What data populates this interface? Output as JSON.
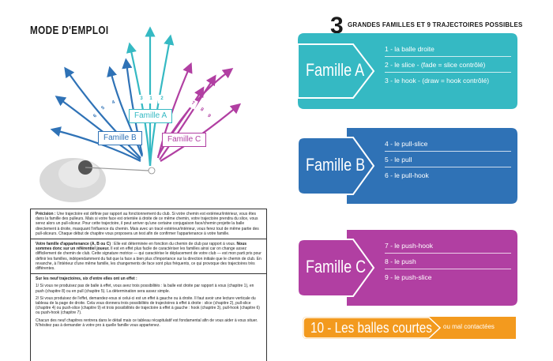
{
  "left": {
    "title": "MODE D'EMPLOI",
    "families": {
      "a": "Famille A",
      "b": "Famille B",
      "c": "Famille C"
    },
    "trajectory_numbers": [
      "1",
      "2",
      "3",
      "4",
      "5",
      "6",
      "7",
      "8",
      "9"
    ],
    "paragraphs": {
      "p1_lead": "Précision :",
      "p1_body": "Une trajectoire est définie par rapport au fonctionnement du club. Si votre chemin est extérieur/intérieur, vous êtes dans la famille des pulleurs. Mais si votre face est orientée à droite de ce même chemin, votre trajectoire prendra du slice, vous serez alors un pull-sliceur. Pour cette trajectoire, il peut arriver qu'une certaine conjugaison face/chemin projette la balle directement à droite, masquant l'influence du chemin. Mais avec un tracé extérieur/intérieur, vous ferez tout de même partie des pull-sliceurs. Chaque début de chapitre vous proposera un test afin de confirmer l'appartenance à votre famille.",
      "p2_lead": "Votre famille d'appartenance (A, B ou C)",
      "p2_mid": " : Elle est déterminée en fonction du chemin de club par rapport à vous. ",
      "p2_bold": "Nous sommes donc sur un référentiel joueur.",
      "p2_body": " Il est en effet plus facile de caractériser les familles ainsi car on change assez difficilement de chemin de club. Cette signature motrice — qui caractérise le déplacement de votre club — est mon parti pris pour définir les familles, indépendamment du fait que la face a bien plus d'importance sur la direction initiale que le chemin de club. En revanche, à l'intérieur d'une même famille, les changements de face sont plus fréquents, ce qui provoque des trajectoires très différentes.",
      "p3_title": "Sur les neuf trajectoires, six d'entre elles ont un effet :",
      "p3_1": "1/ Si vous ne produisez pas de balle à effet, vous avez trois possibilités : la balle est droite par rapport à vous (chapitre 1), en push (chapitre 8) ou en pull (chapitre 5). La détermination sera assez simple.",
      "p3_2": "2/ Si vous produisez de l'effet, demandez-vous si celui-ci est un effet à gauche ou à droite. Il faut avoir une lecture verticale du tableau de la page de droite. Cela vous donnera trois possibilités de trajectoires à effet à droite : slice (chapitre 2), pull-slice (chapitre 4) ou push-slice (chapitre 9) et trois possibilités de trajectoire à effet à gauche : hook (chapitre 3), pull-hook (chapitre 6) ou push-hook (chapitre 7).",
      "p3_3": "Chacun des neuf chapitres rentrera dans le détail mais ce tableau récapitulatif est fondamental afin de vous aider à vous situer. N'hésitez pas à demander à votre pro à quelle famille vous appartenez."
    }
  },
  "right": {
    "number": "3",
    "title": "GRANDES FAMILLES ET 9 TRAJECTOIRES POSSIBLES",
    "family_a": {
      "name": "Famille A",
      "color": "#35b9c3",
      "items": [
        "1 - la balle droite",
        "2 - le slice - (fade = slice contrôlé)",
        "3 - le hook - (draw = hook contrôlé)"
      ]
    },
    "family_b": {
      "name": "Famille B",
      "color": "#2f72b6",
      "items": [
        "4 - le pull-slice",
        "5 - le pull",
        "6 - le pull-hook"
      ]
    },
    "family_c": {
      "name": "Famille C",
      "color": "#b13fa2",
      "items": [
        "7 - le push-hook",
        "8 - le push",
        "9 - le push-slice"
      ]
    },
    "short_balls": {
      "label": "10 - Les balles courtes",
      "sub": "ou mal contactées",
      "color": "#f39a1e"
    }
  }
}
